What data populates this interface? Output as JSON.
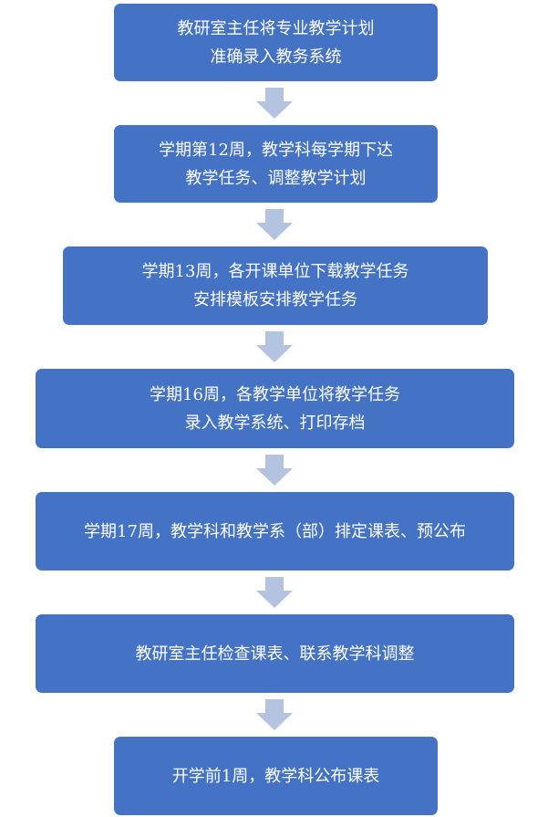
{
  "flow": {
    "steps": [
      {
        "lines": [
          "教研室主任将专业教学计划",
          "准确录入教务系统"
        ]
      },
      {
        "lines": [
          "学期第12周，教学科每学期下达",
          "教学任务、调整教学计划"
        ]
      },
      {
        "lines": [
          "学期13周，各开课单位下载教学任务",
          "安排模板安排教学任务"
        ]
      },
      {
        "lines": [
          "学期16周，各教学单位将教学任务",
          "录入教学系统、打印存档"
        ]
      },
      {
        "lines": [
          "学期17周，教学科和教学系（部）排定课表、预公布"
        ]
      },
      {
        "lines": [
          "教研室主任检查课表、联系教学科调整"
        ]
      },
      {
        "lines": [
          "开学前1周，教学科公布课表"
        ]
      }
    ],
    "colors": {
      "box_fill": "#4472c4",
      "box_text": "#ffffff",
      "arrow_fill": "#b4c3e0"
    }
  }
}
